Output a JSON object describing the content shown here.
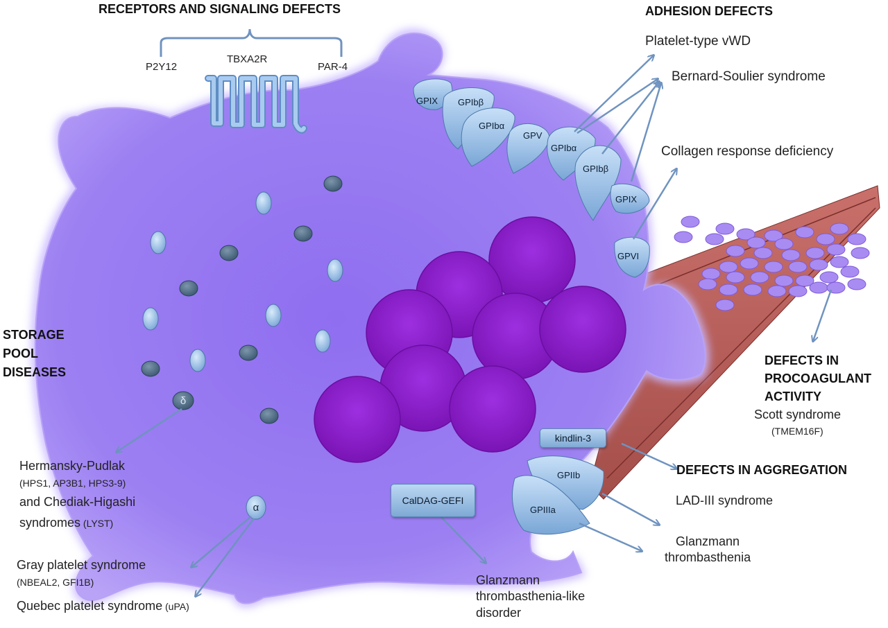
{
  "headings": {
    "receptors": "RECEPTORS AND SIGNALING DEFECTS",
    "adhesion": "ADHESION DEFECTS",
    "storage_line1": "STORAGE",
    "storage_line2": "POOL",
    "storage_line3": "DISEASES",
    "procoag_line1": "DEFECTS IN",
    "procoag_line2": "PROCOAGULANT",
    "procoag_line3": "ACTIVITY",
    "aggregation": "DEFECTS IN AGGREGATION"
  },
  "receptors": {
    "p2y12": "P2Y12",
    "tbxa2r": "TBXA2R",
    "par4": "PAR-4"
  },
  "glycoproteins": {
    "gpix_left": "GPIX",
    "gpibb_left": "GPIbβ",
    "gpiba_left": "GPIbα",
    "gpv": "GPV",
    "gpiba_right": "GPIbα",
    "gpibb_right": "GPIbβ",
    "gpix_right": "GPIX",
    "gpvi": "GPVI",
    "gpiib": "GPIIb",
    "gpiiia": "GPIIIa"
  },
  "adhesion_disorders": {
    "platelet_vwd": "Platelet-type vWD",
    "bernard_soulier": "Bernard-Soulier syndrome",
    "collagen": "Collagen response deficiency"
  },
  "procoagulant": {
    "scott": "Scott syndrome",
    "scott_gene": "(TMEM16F)"
  },
  "aggregation": {
    "kindlin": "kindlin-3",
    "caldag": "CalDAG-GEFI",
    "lad3": "LAD-III syndrome",
    "glanzmann_line1": "Glanzmann",
    "glanzmann_line2": "thrombasthenia",
    "glanzmann_like_line1": "Glanzmann",
    "glanzmann_like_line2": "thrombasthenia-like",
    "glanzmann_like_line3": "disorder"
  },
  "granules": {
    "delta": "δ",
    "alpha": "α"
  },
  "storage_disorders": {
    "hermansky": "Hermansky-Pudlak",
    "hermansky_genes": "(HPS1, AP3B1, HPS3-9)",
    "chediak_line1": "and Chediak-Higashi",
    "chediak_line2": "syndromes",
    "chediak_gene": " (LYST)",
    "gray": "Gray platelet syndrome",
    "gray_genes": "(NBEAL2, GFI1B)",
    "quebec": "Quebec platelet syndrome",
    "quebec_gene": " (uPA)"
  },
  "colors": {
    "platelet": "#9a7cf0",
    "platelet_glow": "#c9b8ff",
    "granule_dense": "#8f1fd0",
    "vessel": "#b5605a",
    "receptor": "#8fb6e4",
    "arrow": "#6f93bf",
    "rbc": "#a98cf2"
  }
}
